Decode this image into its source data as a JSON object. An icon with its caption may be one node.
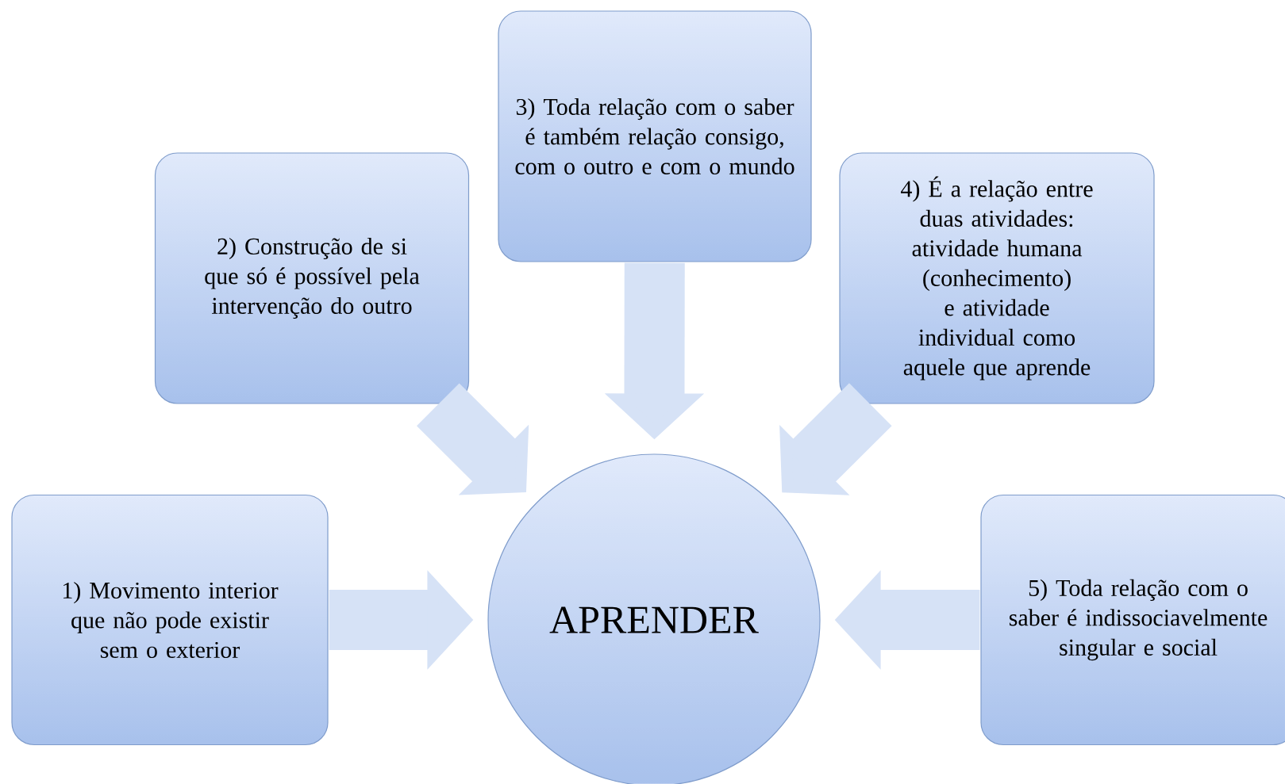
{
  "diagram": {
    "nodes": [
      {
        "text": [
          "1) Movimento interior que não pode existir sem o exterior"
        ]
      },
      {
        "text": [
          "2) Construção de si que só é possível pela intervenção do outro"
        ]
      },
      {
        "text": [
          "3) Toda relação com o saber é também relação consigo, com o outro e com o mundo"
        ]
      },
      {
        "text": [
          "4) É a relação entre duas atividades: atividade humana (conhecimento) e atividade individual como aquele que aprende"
        ]
      },
      {
        "text": [
          "5) Toda relação com o saber é indissociavelmente singular e social"
        ]
      },
      {
        "text": [
          "APRENDER"
        ]
      }
    ],
    "edges": [
      {
        "from": 0,
        "to": 5,
        "arrow": "to"
      },
      {
        "from": 1,
        "to": 5,
        "arrow": "to"
      },
      {
        "from": 2,
        "to": 5,
        "arrow": "to"
      },
      {
        "from": 3,
        "to": 5,
        "arrow": "to"
      },
      {
        "from": 4,
        "to": 5,
        "arrow": "to"
      }
    ]
  }
}
